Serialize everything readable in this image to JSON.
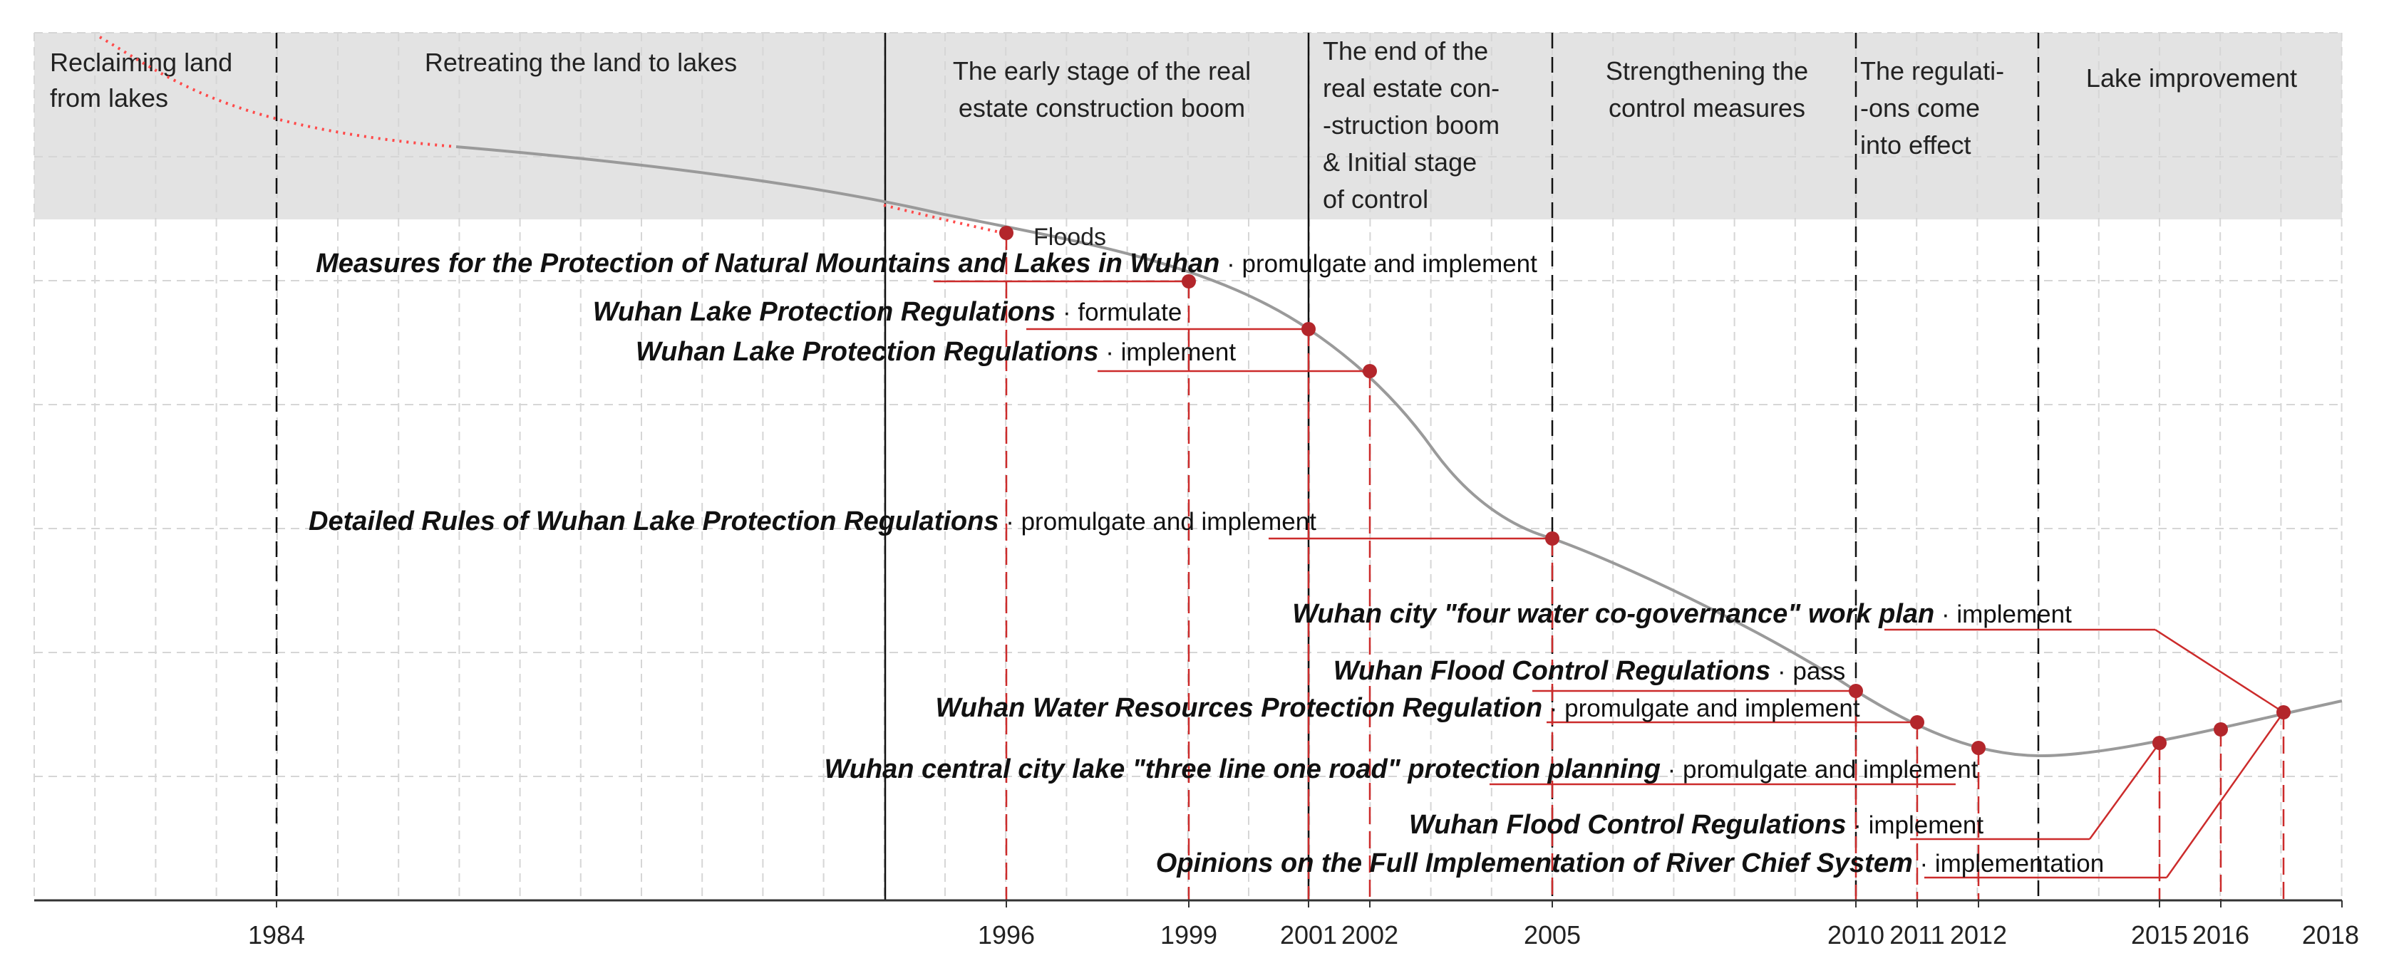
{
  "years": [
    "1984",
    "1996",
    "1999",
    "2001",
    "2002",
    "2005",
    "2010",
    "2011",
    "2012",
    "2015",
    "2016",
    "2018"
  ],
  "stages": [
    {
      "lines": [
        "Reclaiming land",
        "from lakes"
      ],
      "align": "start"
    },
    {
      "lines": [
        "Retreating  the land to lakes"
      ],
      "align": "middle"
    },
    {
      "lines": [
        "The early stage of the real",
        "estate construction boom"
      ],
      "align": "middle"
    },
    {
      "lines": [
        "The end of the",
        "real estate con-",
        "-struction boom",
        "& Initial stage",
        "of control"
      ],
      "align": "start"
    },
    {
      "lines": [
        "Strengthening the",
        "control measures"
      ],
      "align": "middle"
    },
    {
      "lines": [
        "The regulati-",
        "-ons come",
        "into effect"
      ],
      "align": "start"
    },
    {
      "lines": [
        "Lake improvement"
      ],
      "align": "middle"
    }
  ],
  "floods": "Floods",
  "events": [
    {
      "title": "Measures for the Protection of Natural Mountains and Lakes in Wuhan",
      "action": " · promulgate and implement"
    },
    {
      "title": "Wuhan Lake Protection Regulations",
      "action": " · formulate"
    },
    {
      "title": "Wuhan Lake Protection Regulations",
      "action": " · implement"
    },
    {
      "title": "Detailed Rules of Wuhan Lake Protection Regulations",
      "action": " · promulgate and implement"
    },
    {
      "title": "Wuhan city \"four water co-governance\" work plan",
      "action": " · implement"
    },
    {
      "title": "Wuhan Flood Control Regulations",
      "action": " · pass"
    },
    {
      "title": "Wuhan Water Resources Protection Regulation",
      "action": " · promulgate and implement"
    },
    {
      "title": "Wuhan central city lake \"three line one road\" protection planning",
      "action": " · promulgate and implement"
    },
    {
      "title": "Wuhan Flood Control Regulations",
      "action": " · implement"
    },
    {
      "title": "Opinions on the Full Implementation of River Chief System",
      "action": " · implementation"
    }
  ],
  "colors": {
    "band": "#e3e3e3",
    "curve": "#9a9a9a",
    "accent": "#cc2b2b",
    "point": "#b3262b"
  }
}
